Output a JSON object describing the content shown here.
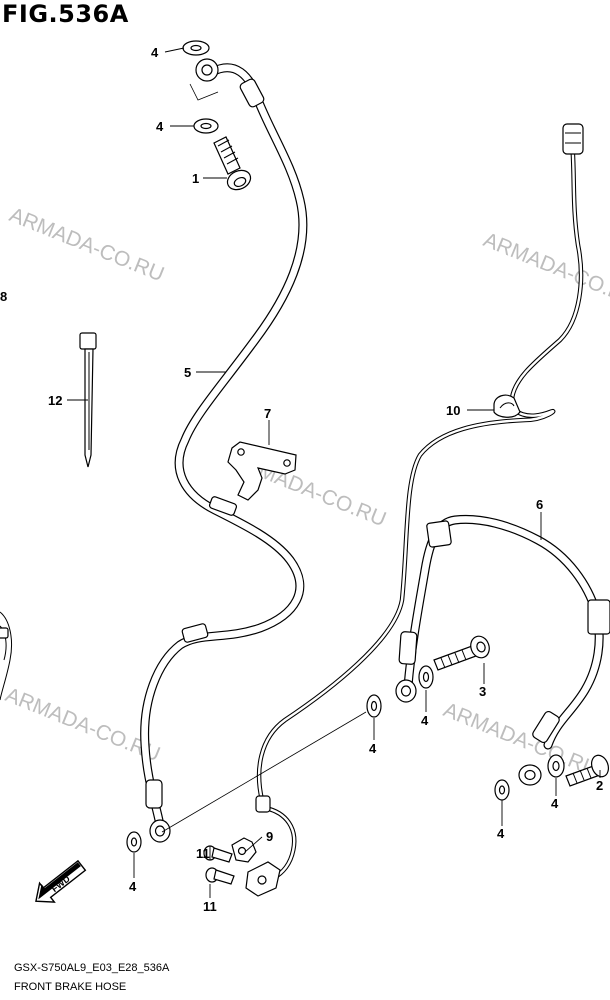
{
  "figure": {
    "title": "FIG.536A",
    "model_code": "GSX-S750AL9_E03_E28_536A",
    "caption": "FRONT BRAKE HOSE",
    "watermark": "ARMADA-CO.RU",
    "direction_badge": "FWD"
  },
  "callouts": {
    "c1": "1",
    "c2": "2",
    "c3": "3",
    "c4": "4",
    "c5": "5",
    "c6": "6",
    "c7": "7",
    "c8": "8",
    "c9": "9",
    "c10": "10",
    "c11": "11",
    "c12": "12"
  },
  "colors": {
    "line": "#000000",
    "background": "#ffffff",
    "watermark": "#bdbdbd"
  }
}
